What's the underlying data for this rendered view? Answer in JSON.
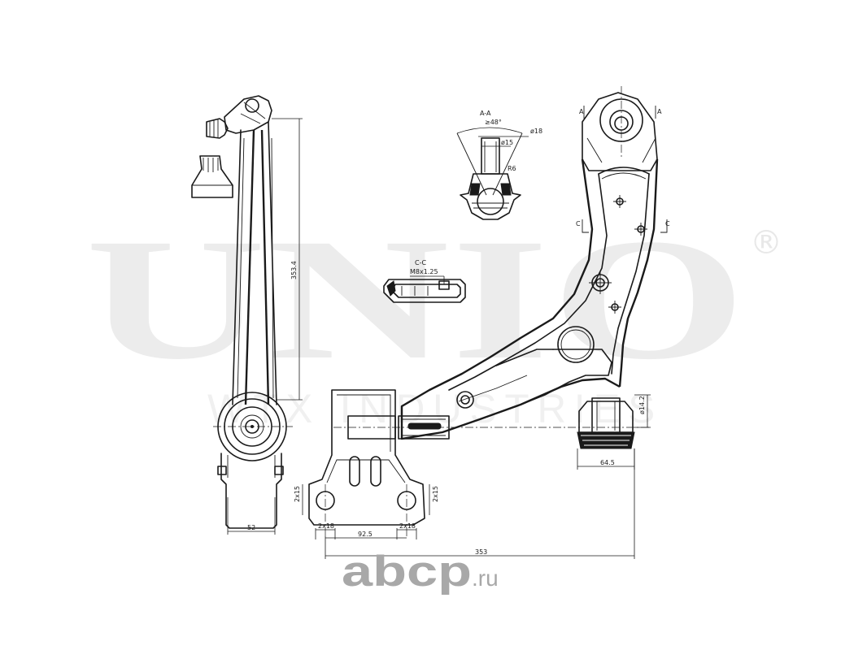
{
  "watermark": {
    "brand": "UNIO",
    "registered_mark": "®",
    "tagline": "WTX INDUSTRIES"
  },
  "site": {
    "logo_name": "abcp",
    "logo_domain": ".ru"
  },
  "sections": {
    "aa_label": "A-A",
    "cc_label": "C-C",
    "marker_a": "A",
    "marker_c": "C"
  },
  "dimensions": {
    "angle": "≥48°",
    "dia_18": "ø18",
    "dia_15": "ø15",
    "radius": "R6",
    "thread": "M8x1.25",
    "height_353_4": "353.4",
    "width_52": "52",
    "bush_dia": "ø14.2",
    "bush_width": "64.5",
    "hole_2x15_left": "2x15",
    "hole_2x15_right": "2x15",
    "hole_2x18_left": "2x18",
    "hole_2x18_right": "2x18",
    "spacing_92_5": "92.5",
    "length_353": "353"
  }
}
